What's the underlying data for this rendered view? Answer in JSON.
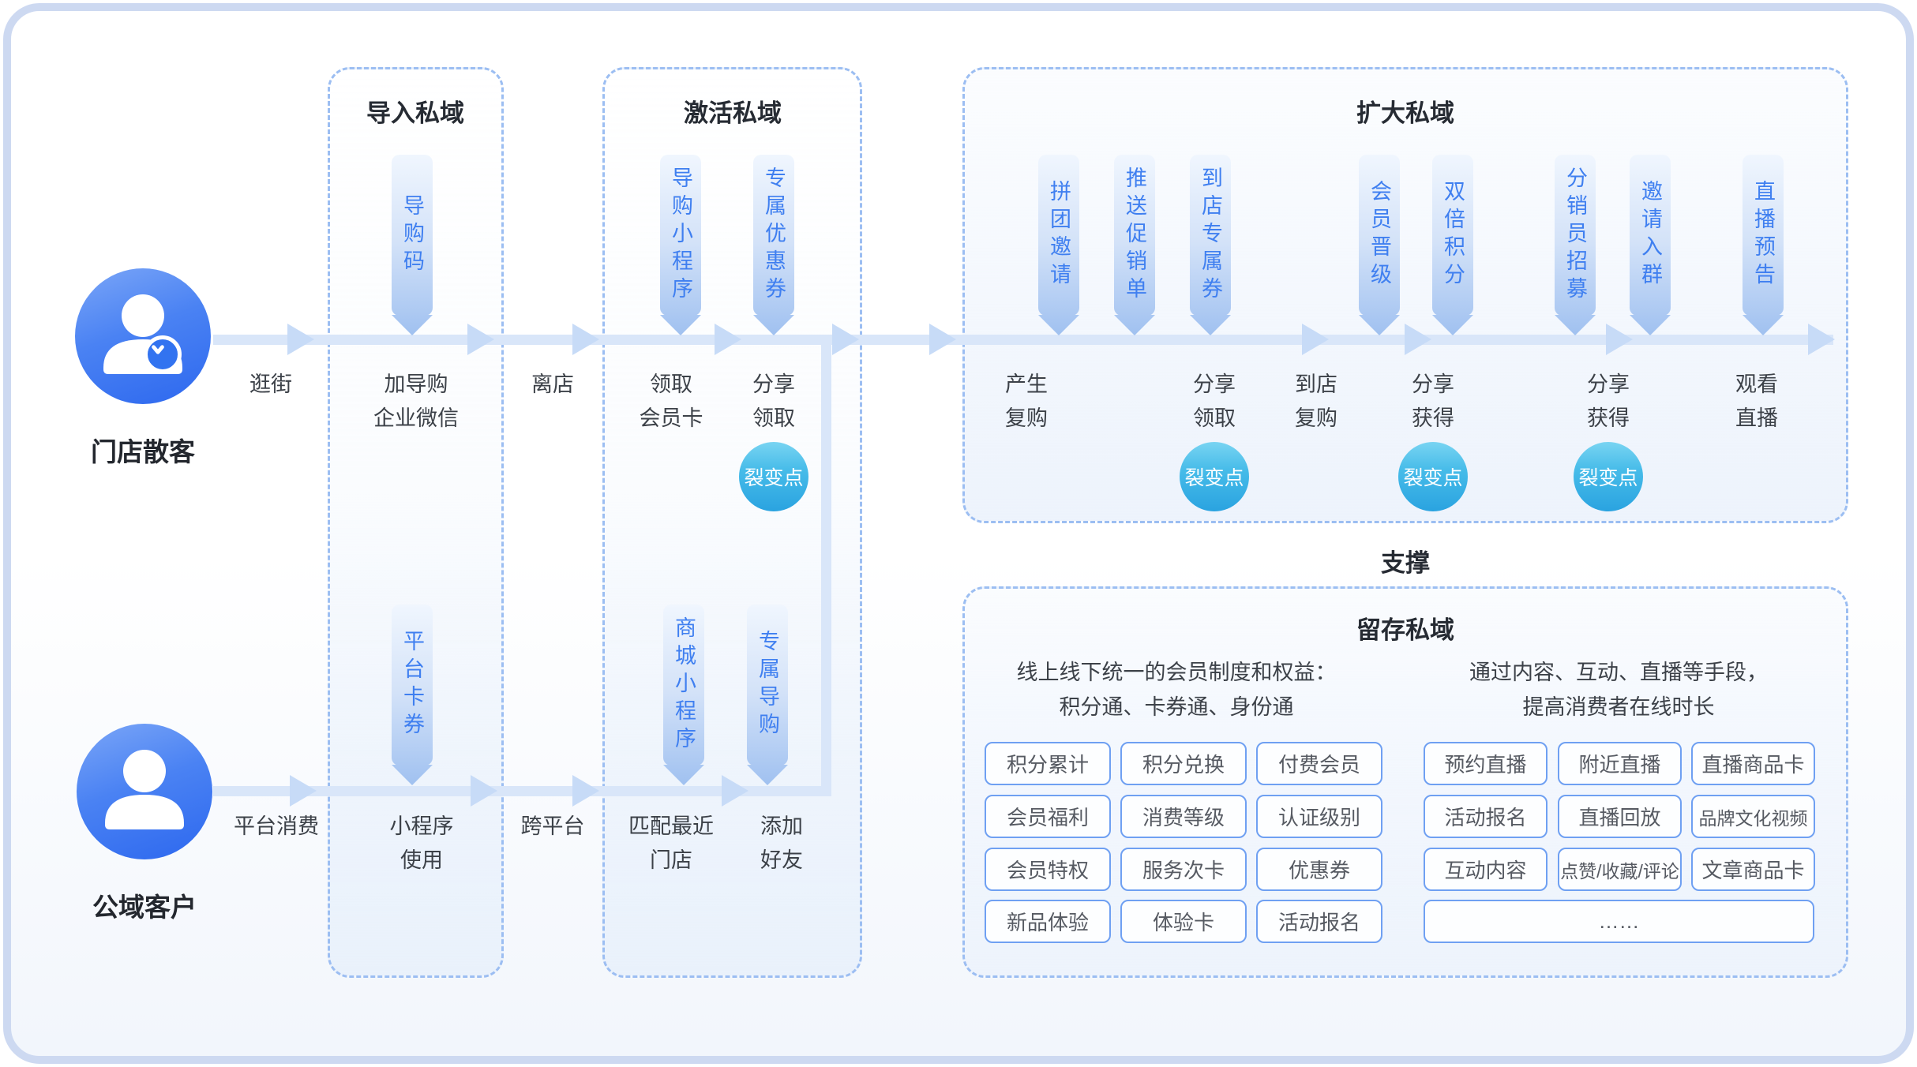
{
  "colors": {
    "card_border": "#cdd9f1",
    "dash_border": "#9cbef2",
    "flow_line": "#d9e6f9",
    "ribbon_text": "#3f7ff0",
    "avatar_blue": "#2d68ef",
    "fission_blue": "#2aa3e0"
  },
  "actors": {
    "store": "门店散客",
    "public": "公域客户"
  },
  "stages": {
    "import": "导入私域",
    "activate": "激活私域",
    "expand": "扩大私域",
    "support": "支撑",
    "retain": "留存私域"
  },
  "ribbons_top": [
    "导购码",
    "导购小程序",
    "专属优惠券",
    "拼团邀请",
    "推送促销单",
    "到店专属券",
    "会员晋级",
    "双倍积分",
    "分销员招募",
    "邀请入群",
    "直播预告"
  ],
  "ribbons_bottom": [
    "平台卡券",
    "商城小程序",
    "专属导购"
  ],
  "flow_top": [
    "逛街",
    "加导购\n企业微信",
    "离店",
    "领取\n会员卡",
    "分享\n领取",
    "产生\n复购",
    "分享\n领取",
    "到店\n复购",
    "分享\n获得",
    "分享\n获得",
    "观看\n直播"
  ],
  "flow_bottom": [
    "平台消费",
    "小程序\n使用",
    "跨平台",
    "匹配最近\n门店",
    "添加\n好友"
  ],
  "fission_label": "裂变点",
  "retain_box": {
    "left_desc": "线上线下统一的会员制度和权益：\n积分通、卡券通、身份通",
    "right_desc": "通过内容、互动、直播等手段，\n提高消费者在线时长",
    "left_buttons": [
      "积分累计",
      "积分兑换",
      "付费会员",
      "会员福利",
      "消费等级",
      "认证级别",
      "会员特权",
      "服务次卡",
      "优惠券",
      "新品体验",
      "体验卡",
      "活动报名"
    ],
    "right_buttons": [
      "预约直播",
      "附近直播",
      "直播商品卡",
      "活动报名",
      "直播回放",
      "品牌文化视频",
      "互动内容",
      "点赞/收藏/评论",
      "文章商品卡"
    ],
    "more": "……"
  }
}
